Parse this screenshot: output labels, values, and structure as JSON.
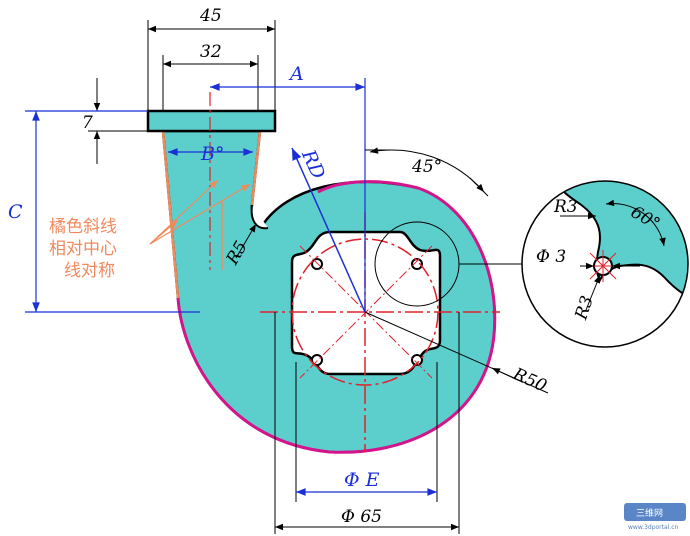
{
  "drawing": {
    "dims": {
      "w45": "45",
      "w32": "32",
      "A": "A",
      "h7": "7",
      "B": "B°",
      "RD": "RD",
      "C": "C",
      "R5": "R5",
      "ang45": "45°",
      "R50": "R50",
      "phiE": "Φ E",
      "phi65": "Φ 65"
    },
    "note_lines": [
      "橘色斜线",
      "相对中心",
      "线对称"
    ],
    "detail": {
      "R3_top": "R3",
      "ang60": "60°",
      "phi3": "Φ 3",
      "R3_bottom": "R3"
    },
    "watermark": {
      "brand": "三维网",
      "url": "www.3dportal.cn"
    },
    "colors": {
      "fill": "#5ccfcc",
      "outline": "#000000",
      "magenta": "#d4148c",
      "orange": "#f08a5d",
      "blue": "#1a2fd6",
      "red": "#e0202a"
    }
  }
}
